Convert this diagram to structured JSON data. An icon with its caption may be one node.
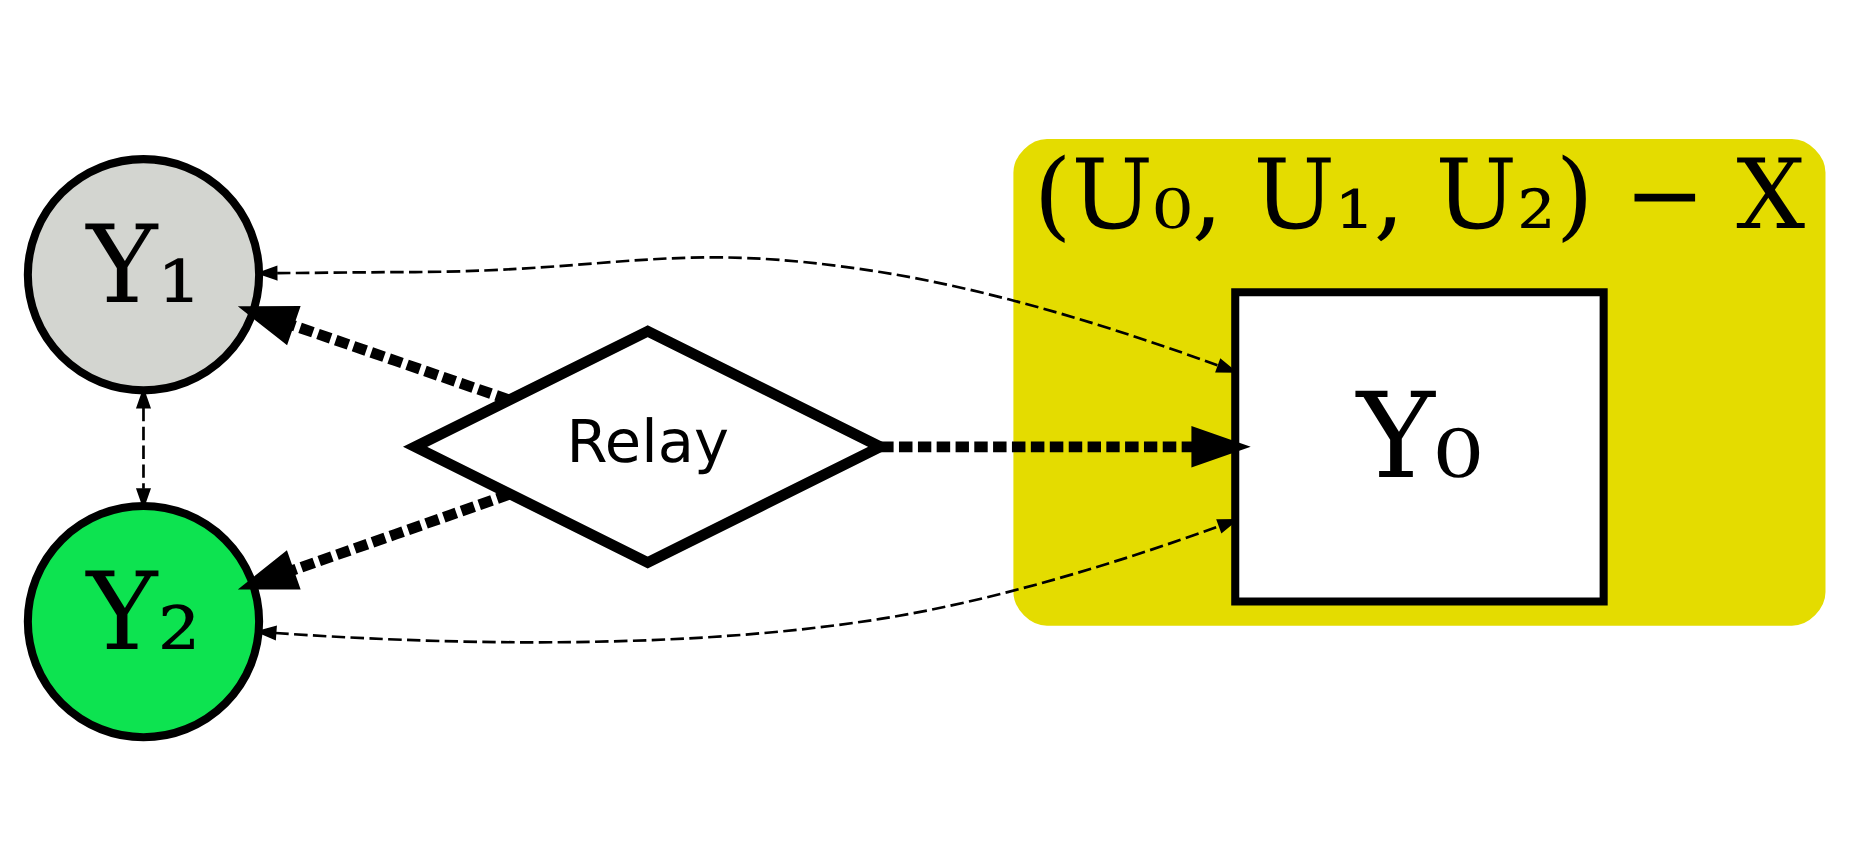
{
  "diagram": {
    "nodes": [
      {
        "text": [
          "Y₁"
        ]
      },
      {
        "text": [
          "(U₀, U₁, U₂) − X"
        ]
      },
      {
        "text": [
          "Relay"
        ]
      },
      {
        "text": [
          "Y₀"
        ],
        "in": 1
      },
      {
        "text": [
          "Y₂"
        ]
      }
    ],
    "edges": [
      {
        "from": 2,
        "to": 0,
        "arrow": "to",
        "style": "dashed"
      },
      {
        "from": 2,
        "to": 4,
        "arrow": "to",
        "style": "dashed"
      },
      {
        "from": 2,
        "to": 3,
        "arrow": "to",
        "style": "dashed"
      },
      {
        "from": 0,
        "to": 3,
        "arrow": "both",
        "style": "dashed"
      },
      {
        "from": 4,
        "to": 3,
        "arrow": "both",
        "style": "dashed"
      },
      {
        "from": 0,
        "to": 4,
        "arrow": "both",
        "style": "dashed"
      }
    ]
  }
}
